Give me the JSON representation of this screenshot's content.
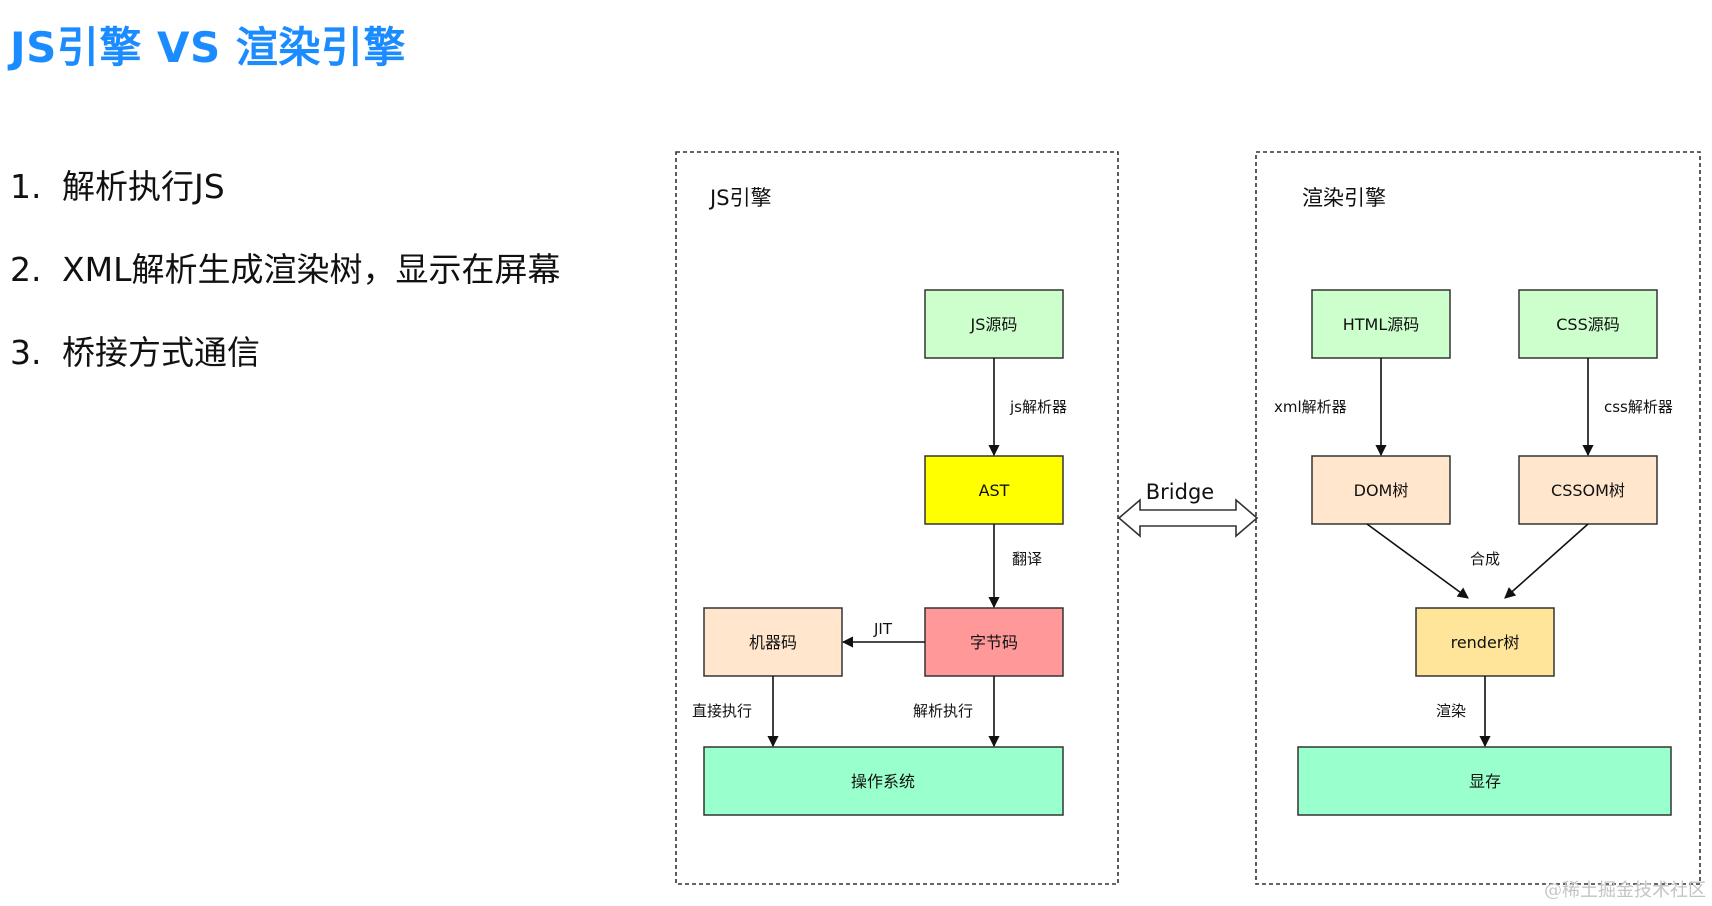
{
  "page_title": "JS引擎 VS 渲染引擎",
  "points": [
    {
      "num": "1.",
      "text": "解析执行JS"
    },
    {
      "num": "2.",
      "text": "XML解析生成渲染树，显示在屏幕"
    },
    {
      "num": "3.",
      "text": "桥接方式通信"
    }
  ],
  "diagram": {
    "js_engine": {
      "label": "JS引擎",
      "nodes": {
        "source": "JS源码",
        "ast": "AST",
        "bytecode": "字节码",
        "machine_code": "机器码",
        "os": "操作系统"
      },
      "edges": {
        "parser": "js解析器",
        "translate": "翻译",
        "jit": "JIT",
        "direct_exec": "直接执行",
        "interpret_exec": "解析执行"
      }
    },
    "bridge": "Bridge",
    "render_engine": {
      "label": "渲染引擎",
      "nodes": {
        "html_source": "HTML源码",
        "css_source": "CSS源码",
        "dom_tree": "DOM树",
        "cssom_tree": "CSSOM树",
        "render_tree": "render树",
        "display_memory": "显存"
      },
      "edges": {
        "xml_parser": "xml解析器",
        "css_parser": "css解析器",
        "combine": "合成",
        "render": "渲染"
      }
    },
    "colors": {
      "green_source": "#ccffcc",
      "ast_yellow": "#ffff00",
      "bytecode_red": "#ff9999",
      "beige": "#ffe6cc",
      "render_tree_yellow": "#ffe599",
      "mint": "#99ffcc"
    }
  },
  "watermark": "@稀土掘金技术社区"
}
